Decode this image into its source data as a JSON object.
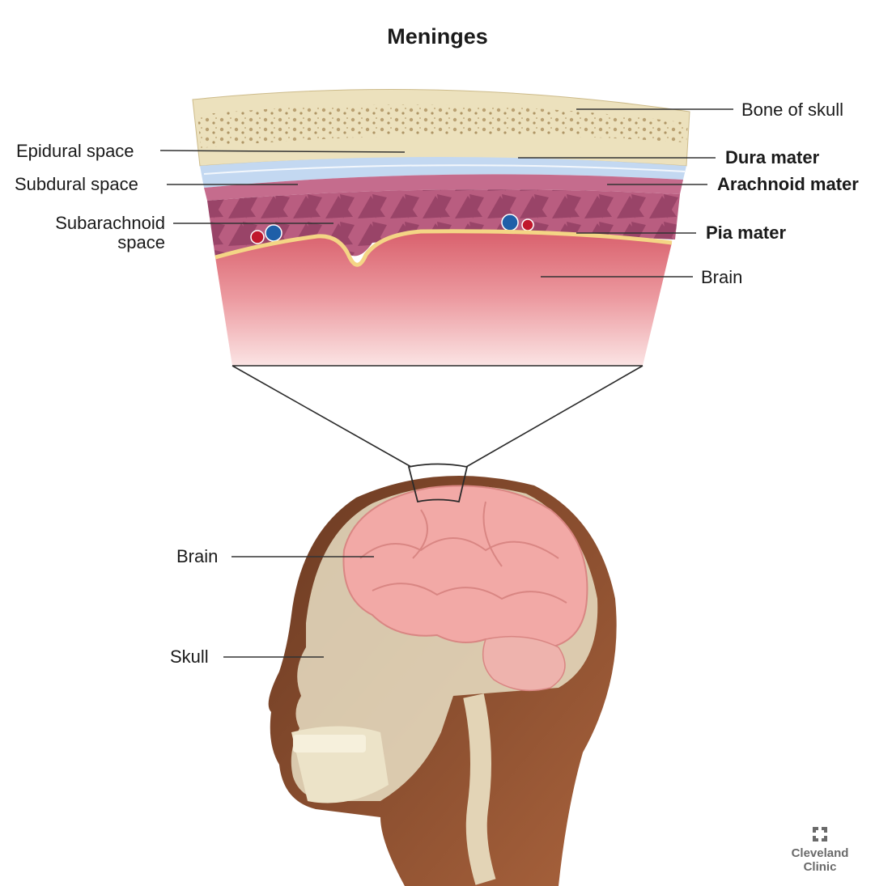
{
  "title": "Meninges",
  "labels": {
    "bone_of_skull": "Bone of skull",
    "epidural_space": "Epidural space",
    "dura_mater": "Dura mater",
    "subdural_space": "Subdural space",
    "arachnoid_mater": "Arachnoid mater",
    "subarachnoid_line1": "Subarachnoid",
    "subarachnoid_line2": "space",
    "pia_mater": "Pia mater",
    "brain_detail": "Brain",
    "brain_head": "Brain",
    "skull": "Skull"
  },
  "logo": {
    "line1": "Cleveland",
    "line2": "Clinic"
  },
  "colors": {
    "bone": "#e8dcb4",
    "dura": "#b8d2ee",
    "arachnoid": "#c9708f",
    "pia": "#f2d27a",
    "brain_tissue": "#e98c94",
    "skin": "#8a4a2c"
  }
}
